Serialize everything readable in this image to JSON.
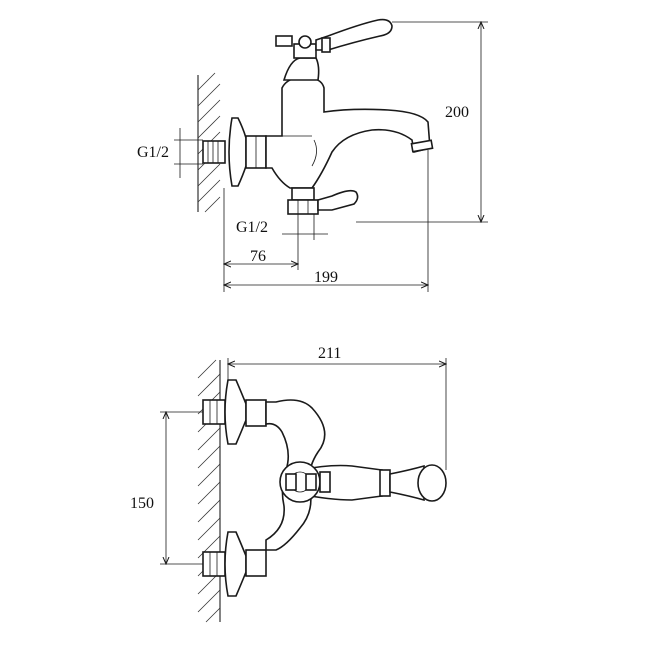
{
  "top_view": {
    "thread_left": "G1/2",
    "thread_bottom": "G1/2",
    "dim_height": "200",
    "dim_offset": "76",
    "dim_length": "199"
  },
  "bottom_view": {
    "dim_width": "211",
    "dim_spacing": "150"
  },
  "colors": {
    "line": "#1a1a1a",
    "background": "#ffffff"
  }
}
